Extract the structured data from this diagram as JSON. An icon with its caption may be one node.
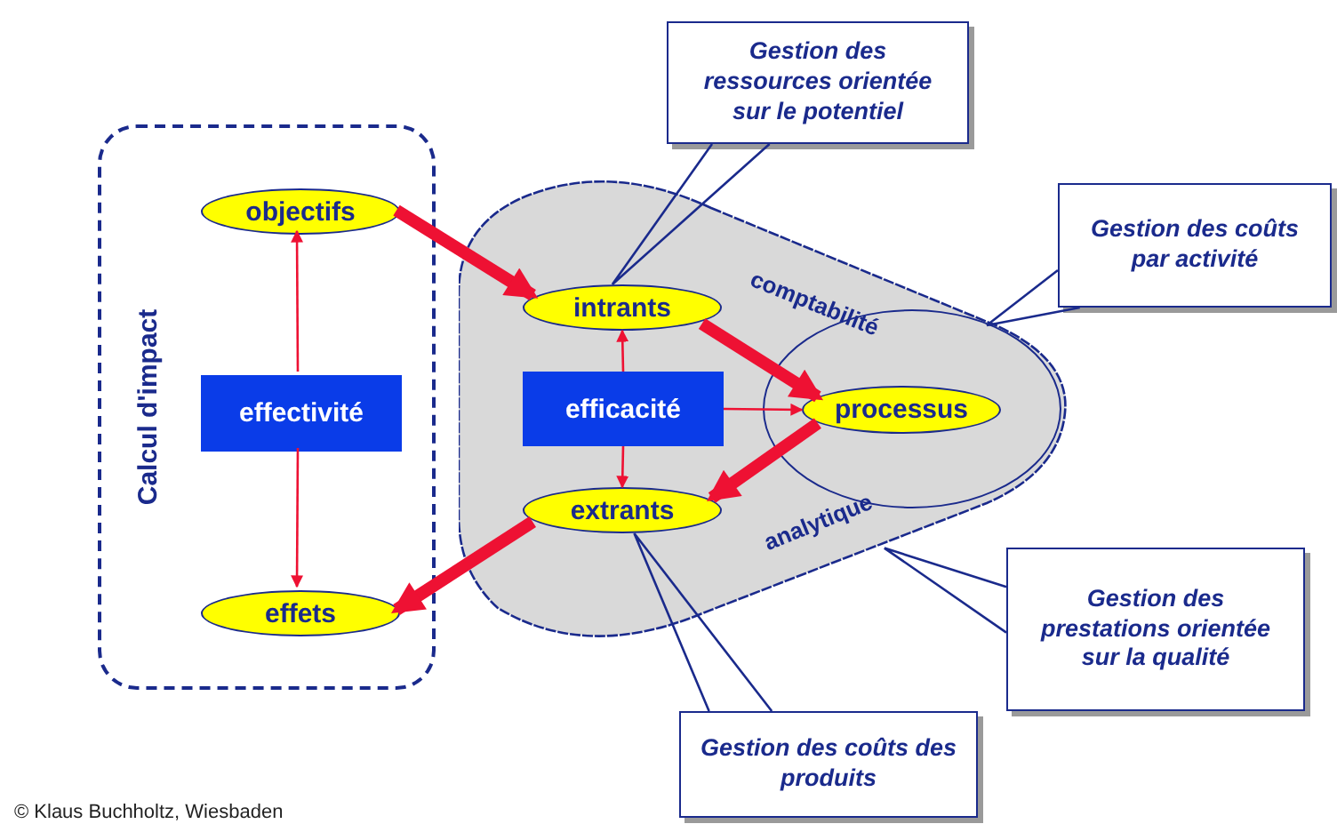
{
  "diagram": {
    "nodes": [
      {
        "text": [
          "Calcul d'impact"
        ]
      },
      {
        "text": [
          "objectifs"
        ],
        "in": 0
      },
      {
        "text": [
          "effectivité"
        ],
        "in": 0
      },
      {
        "text": [
          "effets"
        ],
        "in": 0
      },
      {
        "text": [],
        "shape": "blob"
      },
      {
        "text": [
          "intrants"
        ],
        "in": 4
      },
      {
        "text": [
          "efficacité"
        ],
        "in": 4
      },
      {
        "text": [
          "extrants"
        ],
        "in": 4
      },
      {
        "text": [],
        "shape": "ellipse",
        "in": 4
      },
      {
        "text": [
          "processus"
        ],
        "in": 8
      },
      {
        "text": [
          "Gestion des ressources orientée sur le potentiel"
        ]
      },
      {
        "text": [
          "Gestion des coûts par activité"
        ]
      },
      {
        "text": [
          "Gestion des prestations orientée sur la qualité"
        ]
      },
      {
        "text": [
          "Gestion des coûts des produits"
        ]
      }
    ],
    "edges": [
      {
        "from": 2,
        "to": 1,
        "arrow": "to"
      },
      {
        "from": 2,
        "to": 3,
        "arrow": "to"
      },
      {
        "from": 6,
        "to": 5,
        "arrow": "to"
      },
      {
        "from": 6,
        "to": 7,
        "arrow": "to"
      },
      {
        "from": 6,
        "to": 9,
        "arrow": "to"
      },
      {
        "from": 1,
        "to": 5,
        "arrow": "to",
        "style": "thick"
      },
      {
        "from": 5,
        "to": 9,
        "arrow": "to",
        "style": "thick"
      },
      {
        "from": 9,
        "to": 7,
        "arrow": "to",
        "style": "thick"
      },
      {
        "from": 7,
        "to": 3,
        "arrow": "to",
        "style": "thick"
      },
      {
        "from": 10,
        "to": 5,
        "arrow": "none",
        "color": "#1a2a8c"
      },
      {
        "from": 11,
        "to": 8,
        "arrow": "none",
        "color": "#1a2a8c"
      },
      {
        "from": 12,
        "to": 4,
        "arrow": "none",
        "color": "#1a2a8c"
      },
      {
        "from": 13,
        "to": 7,
        "arrow": "none",
        "color": "#1a2a8c"
      }
    ],
    "labels": [
      "comptabilité",
      "analytique",
      "© Klaus Buchholtz, Wiesbaden"
    ]
  }
}
